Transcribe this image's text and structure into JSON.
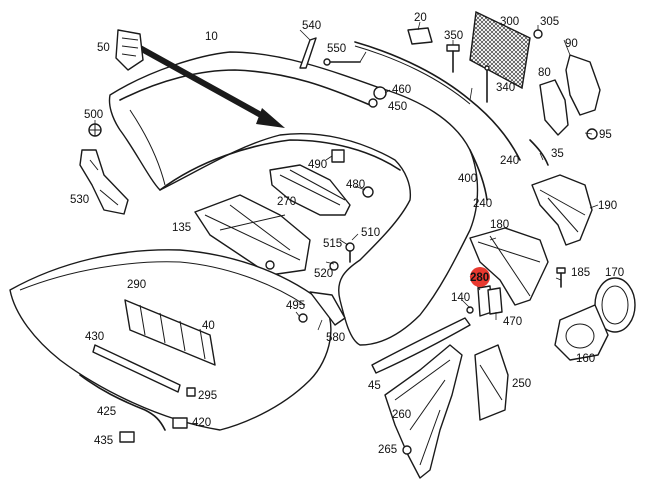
{
  "diagram": {
    "highlight_color": "#e8392f",
    "line_color": "#1a1a1a",
    "background": "#ffffff",
    "highlighted_part": "280",
    "callouts": [
      {
        "id": "10"
      },
      {
        "id": "20"
      },
      {
        "id": "35"
      },
      {
        "id": "40"
      },
      {
        "id": "45"
      },
      {
        "id": "50"
      },
      {
        "id": "80"
      },
      {
        "id": "90"
      },
      {
        "id": "95"
      },
      {
        "id": "135"
      },
      {
        "id": "140"
      },
      {
        "id": "160"
      },
      {
        "id": "170"
      },
      {
        "id": "180"
      },
      {
        "id": "185"
      },
      {
        "id": "190"
      },
      {
        "id": "240"
      },
      {
        "id": "240"
      },
      {
        "id": "250"
      },
      {
        "id": "260"
      },
      {
        "id": "265"
      },
      {
        "id": "270"
      },
      {
        "id": "280"
      },
      {
        "id": "290"
      },
      {
        "id": "295"
      },
      {
        "id": "300"
      },
      {
        "id": "305"
      },
      {
        "id": "340"
      },
      {
        "id": "350"
      },
      {
        "id": "400"
      },
      {
        "id": "420"
      },
      {
        "id": "425"
      },
      {
        "id": "430"
      },
      {
        "id": "435"
      },
      {
        "id": "450"
      },
      {
        "id": "460"
      },
      {
        "id": "470"
      },
      {
        "id": "480"
      },
      {
        "id": "490"
      },
      {
        "id": "495"
      },
      {
        "id": "500"
      },
      {
        "id": "510"
      },
      {
        "id": "515"
      },
      {
        "id": "520"
      },
      {
        "id": "530"
      },
      {
        "id": "540"
      },
      {
        "id": "550"
      },
      {
        "id": "580"
      }
    ]
  }
}
